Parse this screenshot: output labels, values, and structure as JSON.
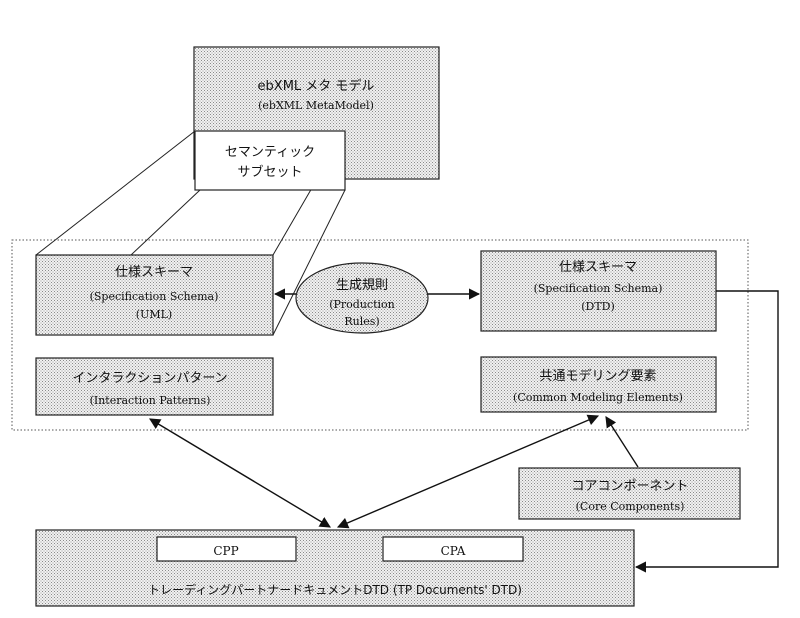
{
  "meta_model": {
    "title": "ebXML メタ モデル",
    "subtitle": "(ebXML MetaModel)"
  },
  "semantic_subset": {
    "line1": "セマンティック",
    "line2": "サブセット"
  },
  "spec_uml": {
    "title": "仕様スキーマ",
    "subtitle": "(Specification Schema)",
    "tag": "(UML)"
  },
  "production_rules": {
    "title": "生成規則",
    "line1": "(Production",
    "line2": "Rules)"
  },
  "spec_dtd": {
    "title": "仕様スキーマ",
    "subtitle": "(Specification Schema)",
    "tag": "(DTD)"
  },
  "interaction_patterns": {
    "title": "インタラクションパターン",
    "subtitle": "(Interaction Patterns)"
  },
  "common_elements": {
    "title": "共通モデリング要素",
    "subtitle": "(Common Modeling Elements)"
  },
  "core_components": {
    "title": "コアコンポーネント",
    "subtitle": "(Core Components)"
  },
  "tp_documents": {
    "cpp": "CPP",
    "cpa": "CPA",
    "label": "トレーディングパートナードキュメントDTD (TP Documents' DTD)"
  }
}
